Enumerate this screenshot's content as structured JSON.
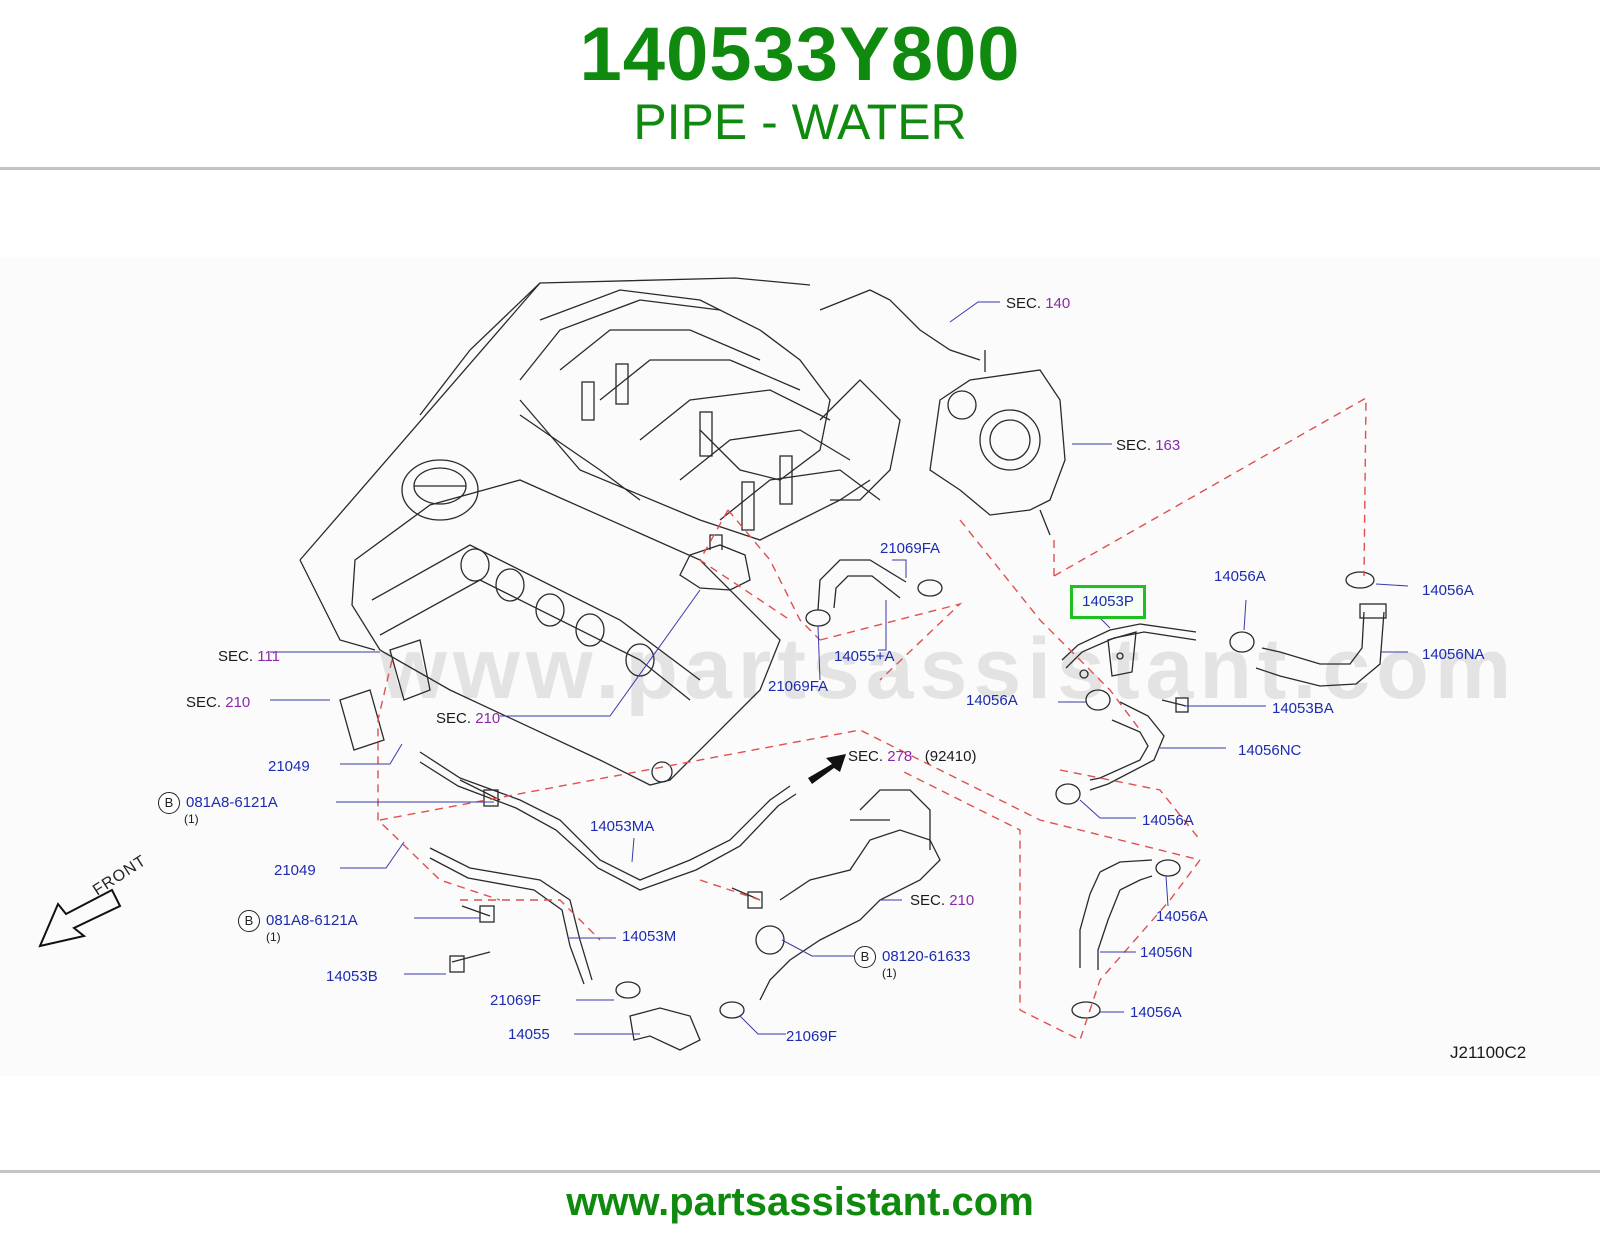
{
  "header": {
    "part_number": "140533Y800",
    "part_name": "PIPE - WATER"
  },
  "diagram": {
    "watermark": "www.partsassistant.com",
    "highlighted_part": "14053P",
    "front_label": "FRONT",
    "reference_code": "J21100C2",
    "sec_labels": [
      {
        "prefix": "SEC.",
        "num": "140"
      },
      {
        "prefix": "SEC.",
        "num": "163"
      },
      {
        "prefix": "SEC.",
        "num": "111"
      },
      {
        "prefix": "SEC.",
        "num": "210"
      },
      {
        "prefix": "SEC.",
        "num": "210"
      },
      {
        "prefix": "SEC.",
        "num": "278",
        "extra": "(92410)"
      },
      {
        "prefix": "SEC.",
        "num": "210"
      }
    ],
    "parts": {
      "p14056A_1": "14056A",
      "p14056A_2": "14056A",
      "p14056NA": "14056NA",
      "p14053BA": "14053BA",
      "p14056A_3": "14056A",
      "p14056NC": "14056NC",
      "p14056A_4": "14056A",
      "p14056A_5": "14056A",
      "p14056N": "14056N",
      "p14056A_6": "14056A",
      "p21069FA_1": "21069FA",
      "p14055A": "14055+A",
      "p21069FA_2": "21069FA",
      "p21049_1": "21049",
      "p081A8_1": "081A8-6121A",
      "p21049_2": "21049",
      "p081A8_2": "081A8-6121A",
      "p14053MA": "14053MA",
      "p14053M": "14053M",
      "p14053B": "14053B",
      "p21069F_1": "21069F",
      "p14055": "14055",
      "p21069F_2": "21069F",
      "p08120": "08120-61633"
    },
    "bolt_marker": "B",
    "quantities": [
      "(1)",
      "(1)",
      "(1)"
    ]
  },
  "footer": {
    "url": "www.partsassistant.com"
  },
  "colors": {
    "title_green": "#0f8a0f",
    "callout_blue": "#1c2bb0",
    "section_purple": "#8a2aa8",
    "highlight_green": "#21c021",
    "dash_red": "#e05050"
  }
}
